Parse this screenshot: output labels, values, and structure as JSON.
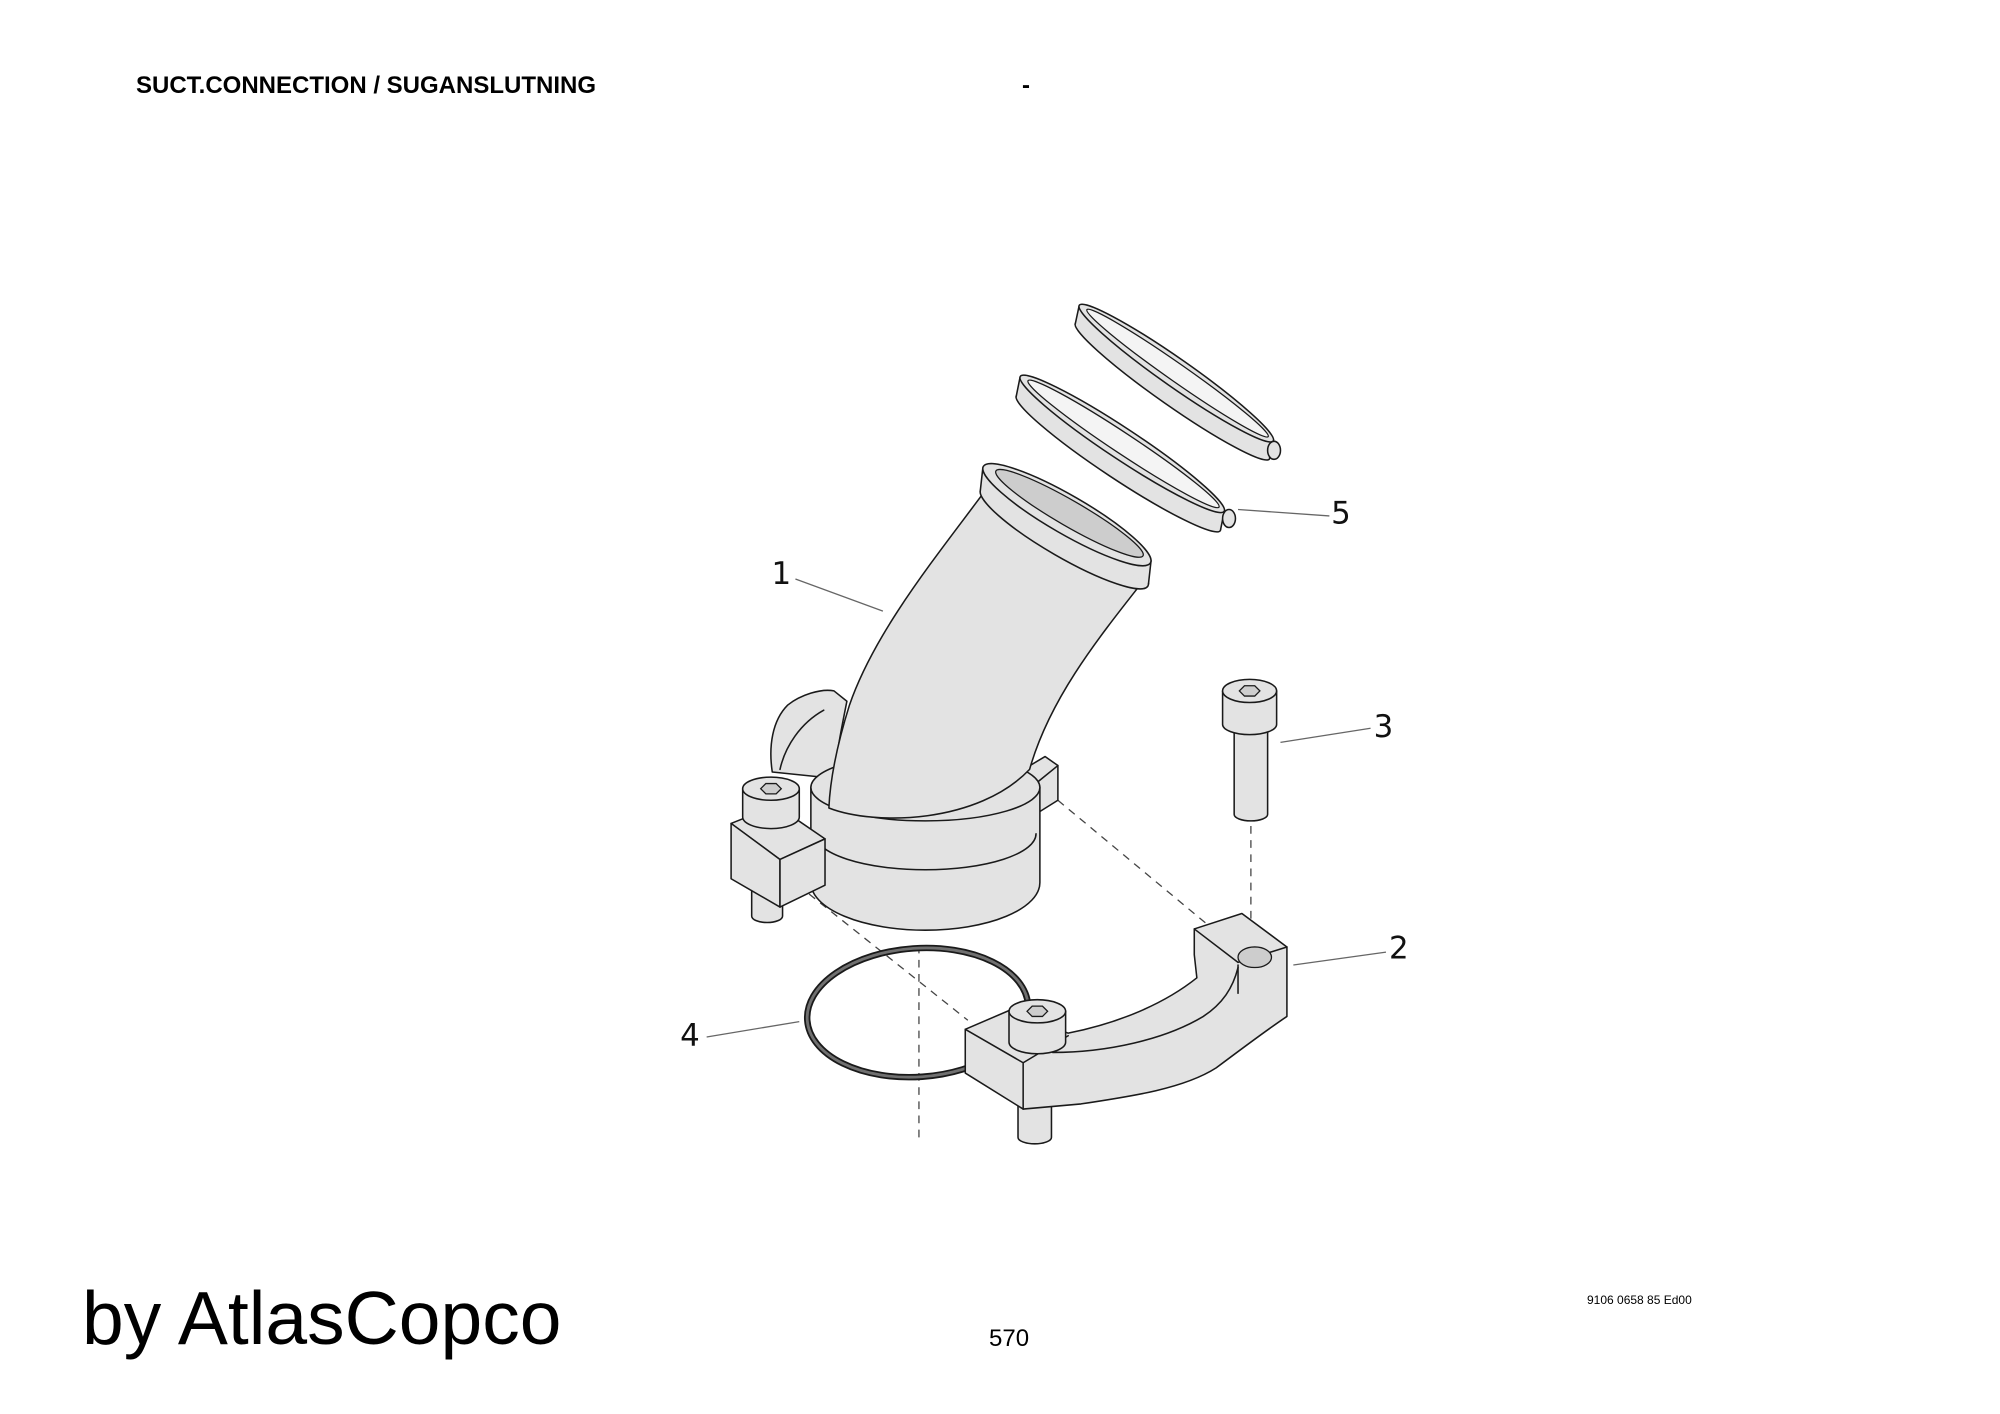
{
  "page": {
    "title": "SUCT.CONNECTION / SUGANSLUTNING",
    "title_separator": "-",
    "footer_brand": "by AtlasCopco",
    "page_number": "570",
    "document_code": "9106 0658 85 Ed00"
  },
  "diagram": {
    "callouts": [
      "1",
      "2",
      "3",
      "4",
      "5"
    ]
  },
  "colors": {
    "background": "#ffffff",
    "part_fill": "#e3e3e3",
    "outline": "#1a1a1a",
    "text": "#000000"
  }
}
